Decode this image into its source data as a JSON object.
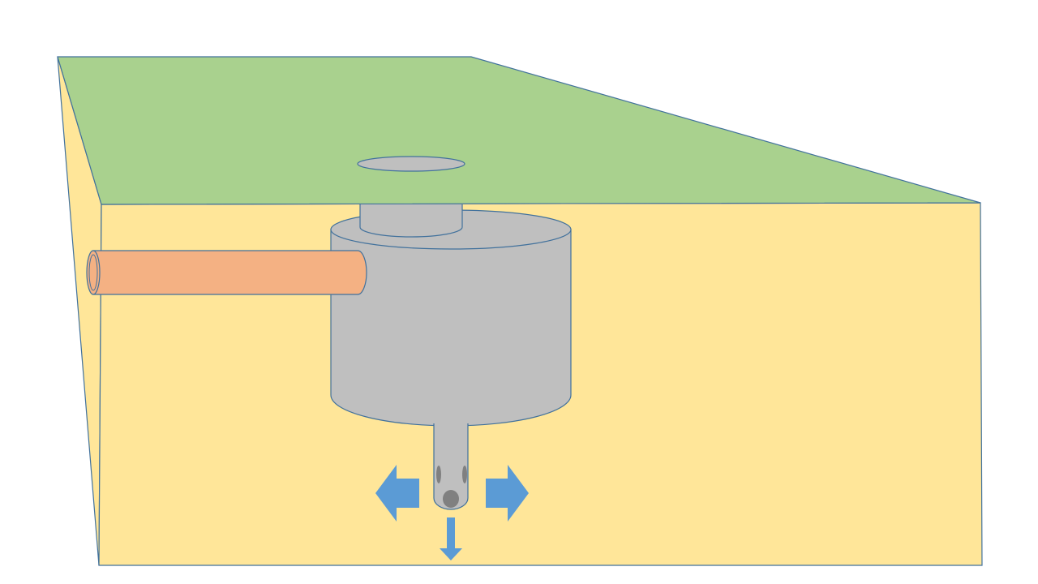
{
  "colors": {
    "background": "#ffffff",
    "ground_surface": "#a9d18e",
    "soil": "#ffe699",
    "outline": "#41719c",
    "tank": "#bfbfbf",
    "tank_hole": "#808080",
    "inlet_pipe": "#f4b183",
    "arrow": "#5b9bd5"
  },
  "components": {
    "ground": "ground-surface",
    "soil": "soil-block",
    "tank": "septic-tank",
    "inlet": "inlet-pipe",
    "outlet": "outlet-pipe",
    "flow_directions": [
      "left",
      "right",
      "down"
    ]
  }
}
